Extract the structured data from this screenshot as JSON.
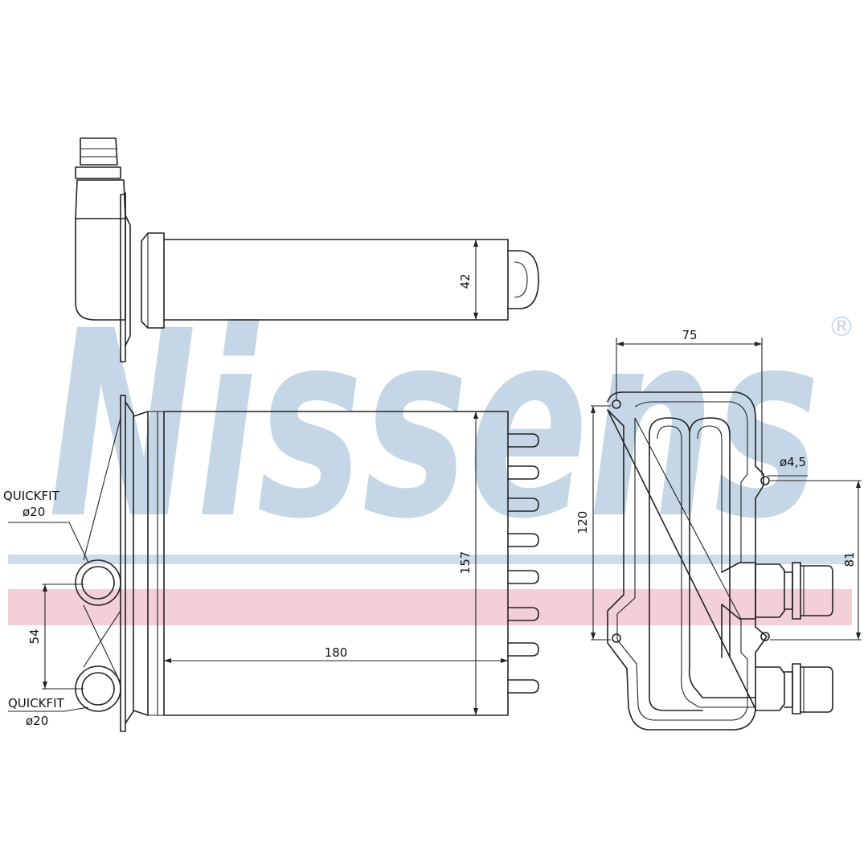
{
  "brand": {
    "watermark": "Nissens",
    "registered": "®",
    "watermark_color": "#c5d7e6",
    "stripe_pink": "#f3cfd6",
    "stripe_blue": "#cdddeb"
  },
  "line_color": "#222222",
  "dimensions": {
    "thickness": "42",
    "height": "157",
    "width": "180",
    "port_spacing": "54",
    "flange_width": "75",
    "hole_diameter": "ø4,5",
    "flange_height": "120",
    "outlet_offset": "81"
  },
  "ports": {
    "top": {
      "type": "QUICKFIT",
      "size": "ø20"
    },
    "bottom": {
      "type": "QUICKFIT",
      "size": "ø20"
    }
  }
}
